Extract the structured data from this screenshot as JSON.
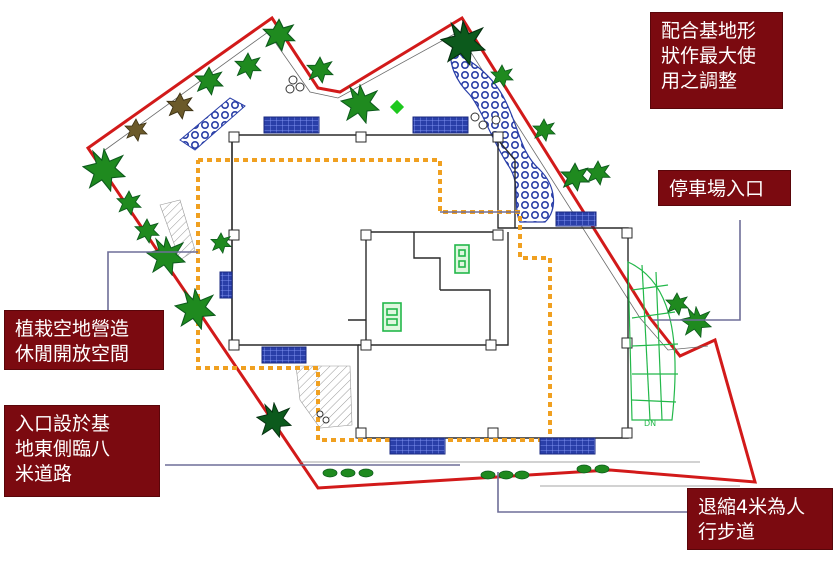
{
  "colors": {
    "callout_bg": "#7b0a10",
    "callout_text": "#ffffff",
    "site_boundary": "#d21a1a",
    "footprint_dash": "#f0a020",
    "tree": "#1f8a1f",
    "tree_dark": "#0c5a1c",
    "tree_brown": "#6b5a2a",
    "solar": "#2a3fa8",
    "parking": "#23b84a",
    "leader": "#6e6e98"
  },
  "callouts": {
    "adjust": {
      "lines": [
        "配合基地形",
        "狀作最大使",
        "用之調整"
      ]
    },
    "parking": {
      "lines": [
        "停車場入口"
      ]
    },
    "garden": {
      "lines": [
        "植栽空地營造",
        "休閒開放空間"
      ]
    },
    "entrance": {
      "lines": [
        "入口設於基",
        "地東側臨八",
        "米道路"
      ]
    },
    "setback": {
      "lines": [
        "退縮4米為人",
        "行步道"
      ]
    }
  },
  "plan_labels": {
    "ramp_label": "DN"
  },
  "icons": [
    "shrub-icon",
    "tree-icon",
    "solar-panel-icon",
    "parking-icon"
  ]
}
